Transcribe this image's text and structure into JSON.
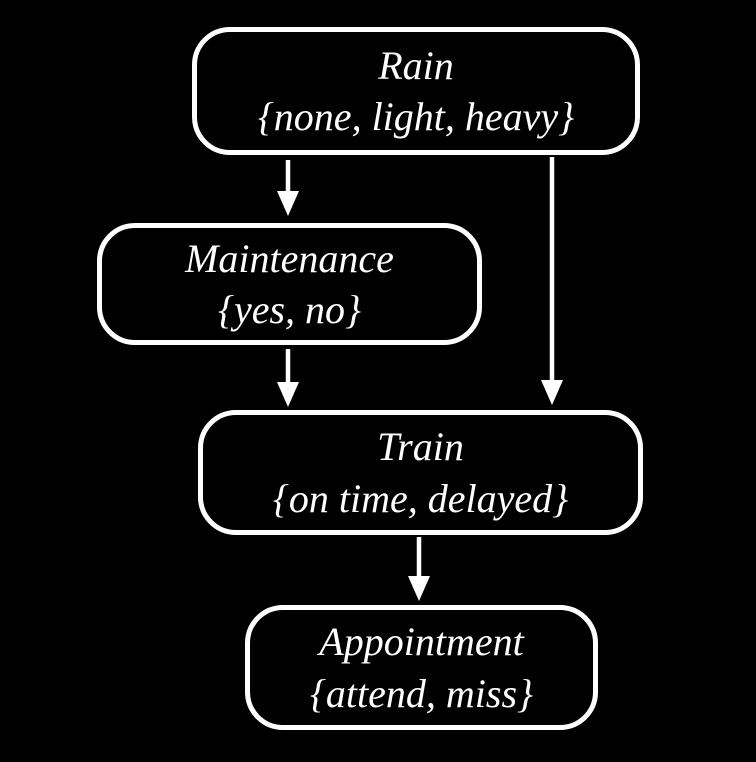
{
  "diagram": {
    "type": "bayesian-network",
    "background_color": "#000000",
    "node_border_color": "#ffffff",
    "text_color": "#ffffff",
    "arrow_color": "#ffffff",
    "nodes": {
      "rain": {
        "label": "Rain",
        "values": "{none, light, heavy}"
      },
      "maintenance": {
        "label": "Maintenance",
        "values": "{yes, no}"
      },
      "train": {
        "label": "Train",
        "values": "{on time, delayed}"
      },
      "appointment": {
        "label": "Appointment",
        "values": "{attend, miss}"
      }
    },
    "edges": [
      {
        "from": "Rain",
        "to": "Maintenance"
      },
      {
        "from": "Rain",
        "to": "Train"
      },
      {
        "from": "Maintenance",
        "to": "Train"
      },
      {
        "from": "Train",
        "to": "Appointment"
      }
    ]
  }
}
